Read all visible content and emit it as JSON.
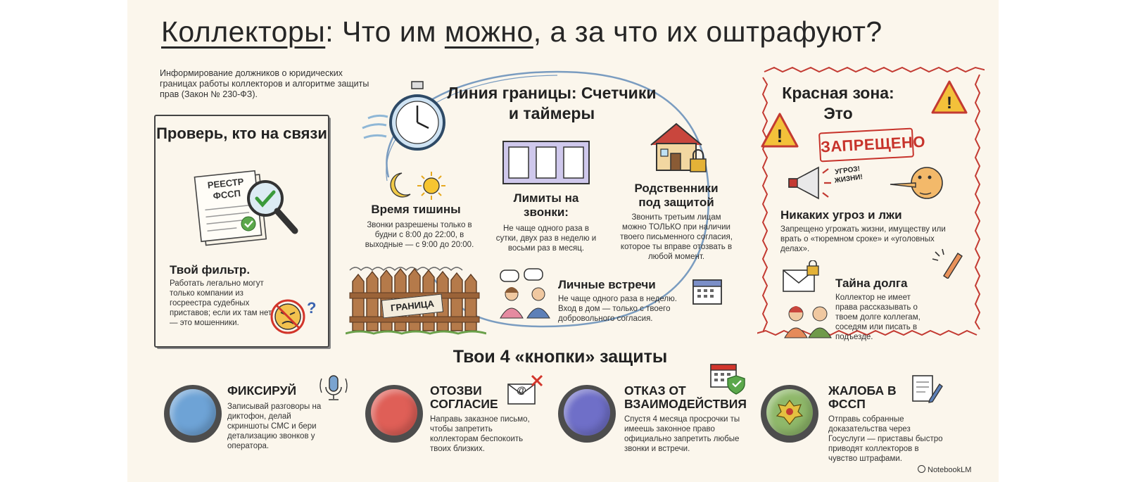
{
  "title": {
    "part1": "Коллекторы",
    "part2": ": Что им ",
    "part3": "можно",
    "part4": ", а за что их оштрафуют?"
  },
  "intro": "Информирование должников о юридических границах работы коллекторов и алгоритме защиты прав (Закон № 230-ФЗ).",
  "check": {
    "title": "Проверь, кто на связи",
    "doc_label_1": "РЕЕСТР",
    "doc_label_2": "ФССП",
    "filter_title": "Твой фильтр.",
    "filter_text": "Работать легально могут только компании из госреестра судебных приставов; если их там нет — это мошенники."
  },
  "boundary": {
    "title": "Линия границы: Счетчики и таймеры",
    "fence_sign": "ГРАНИЦА",
    "silence": {
      "title": "Время тишины",
      "text": "Звонки разрешены только в будни с 8:00 до 22:00, в выходные — с 9:00 до 20:00."
    },
    "limits": {
      "title": "Лимиты на звонки:",
      "text": "Не чаще одного раза в сутки, двух раз в неделю и восьми раз в месяц."
    },
    "relatives": {
      "title": "Родственники под защитой",
      "text": "Звонить третьим лицам можно ТОЛЬКО при наличии твоего письменного согласия, которое ты вправе отозвать в любой момент."
    },
    "meetings": {
      "title": "Личные встречи",
      "text": "Не чаще одного раза в неделю. Вход в дом — только с твоего добровольного согласия."
    }
  },
  "red_zone": {
    "title": "Красная зона: Это",
    "stamp": "ЗАПРЕЩЕНО",
    "bubble_1": "УГРОЗ!",
    "bubble_2": "ЖИЗНИ!",
    "threats": {
      "title": "Никаких угроз и лжи",
      "text": "Запрещено угрожать жизни, имуществу или врать о «тюремном сроке» и «уголовных делах»."
    },
    "secret": {
      "title": "Тайна долга",
      "text": "Коллектор не имеет права рассказывать о твоем долге коллегам, соседям или писать в подъезде."
    }
  },
  "buttons": {
    "title": "Твои 4 «кнопки» защиты",
    "items": [
      {
        "title": "ФИКСИРУЙ",
        "text": "Записывай разговоры на диктофон, делай скриншоты СМС и бери детализацию звонков у оператора.",
        "color": "#6ea3d6"
      },
      {
        "title": "ОТОЗВИ СОГЛАСИЕ",
        "text": "Направь заказное письмо, чтобы запретить коллекторам беспокоить твоих близких.",
        "color": "#df5f57"
      },
      {
        "title": "ОТКАЗ ОТ ВЗАИМОДЕЙСТВИЯ",
        "text": "Спустя 4 месяца просрочки ты имеешь законное право официально запретить любые звонки и встречи.",
        "color": "#6f6fc8"
      },
      {
        "title": "ЖАЛОБА В ФССП",
        "text": "Отправь собранные доказательства через Госуслуги — приставы быстро приводят коллекторов в чувство штрафами.",
        "color": "#8fb86a"
      }
    ]
  },
  "credit": "NotebookLM",
  "icons": [
    "stopwatch-icon",
    "moon-icon",
    "sun-icon",
    "calendar-counter-icon",
    "house-lock-icon",
    "registry-document-icon",
    "magnifier-check-icon",
    "angry-face-icon",
    "fence-icon",
    "people-chat-icon",
    "calendar-icon",
    "warning-icon",
    "megaphone-icon",
    "liar-face-icon",
    "envelope-lock-icon",
    "gossip-people-icon",
    "microphone-icon",
    "envelope-cancel-icon",
    "calendar-shield-icon",
    "fssp-emblem-icon",
    "document-pen-icon"
  ]
}
